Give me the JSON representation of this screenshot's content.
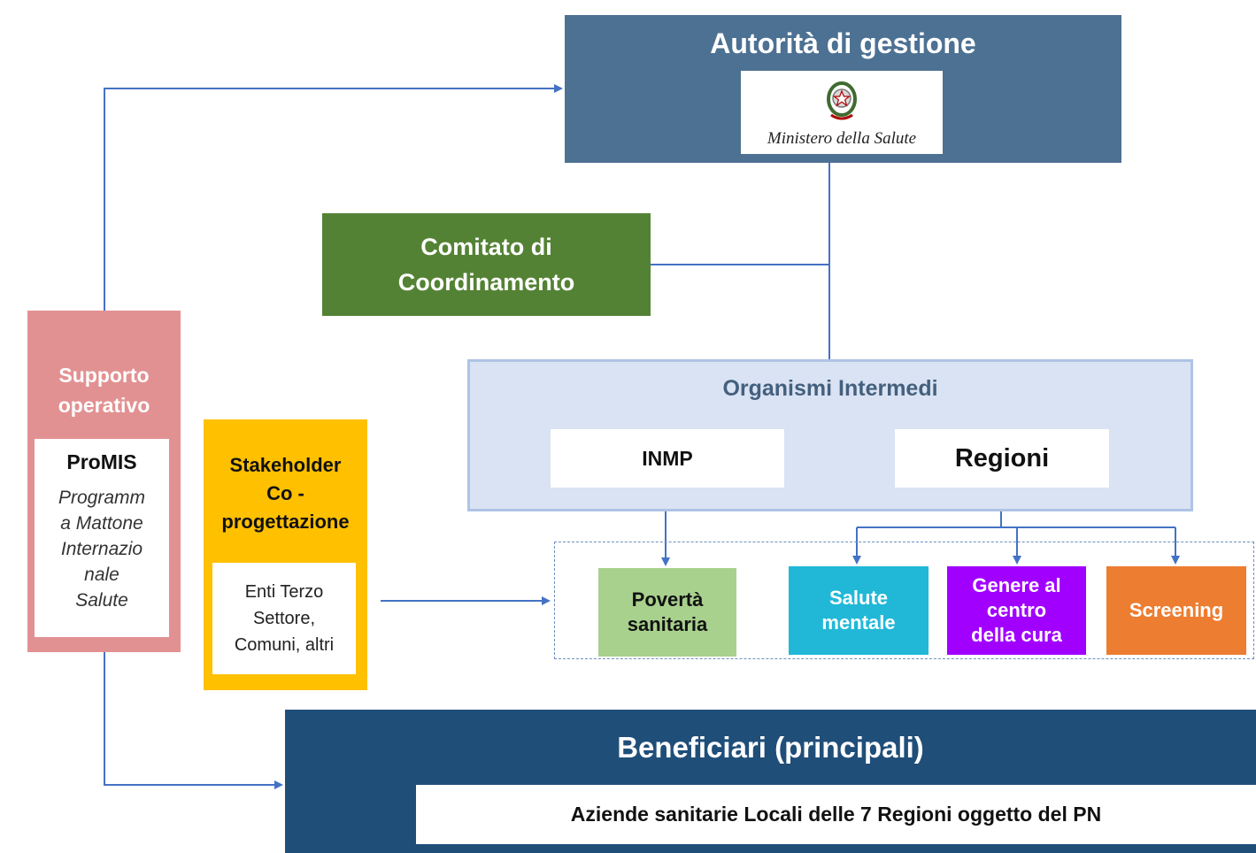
{
  "autorita": {
    "title": "Autorità di gestione",
    "logo_text": "Ministero della Salute"
  },
  "comitato": {
    "label": "Comitato di\nCoordinamento"
  },
  "organismi": {
    "title": "Organismi Intermedi",
    "inmp": "INMP",
    "regioni": "Regioni"
  },
  "targets": {
    "poverta": "Povertà\nsanitaria",
    "salute": "Salute\nmentale",
    "genere": "Genere al\ncentro\ndella cura",
    "screening": "Screening"
  },
  "supporto": {
    "title": "Supporto\noperativo",
    "promis_title": "ProMIS",
    "promis_desc": "Programm\na Mattone\nInternazio\nnale\nSalute"
  },
  "stakeholder": {
    "title": "Stakeholder\nCo -\nprogettazione",
    "enti": "Enti Terzo\nSettore,\nComuni, altri"
  },
  "beneficiari": {
    "title": "Beneficiari (principali)",
    "aziende": "Aziende sanitarie Locali delle 7 Regioni oggetto del PN"
  },
  "colors": {
    "autorita": "#4d7193",
    "comitato": "#548235",
    "organismi_bg": "#dae3f3",
    "poverta": "#a9d18e",
    "salute": "#21b8d8",
    "genere": "#a100ff",
    "screening": "#ed7d31",
    "supporto": "#e29192",
    "stakeholder": "#ffc000",
    "beneficiari": "#1f4e79",
    "connector": "#4472c4"
  }
}
